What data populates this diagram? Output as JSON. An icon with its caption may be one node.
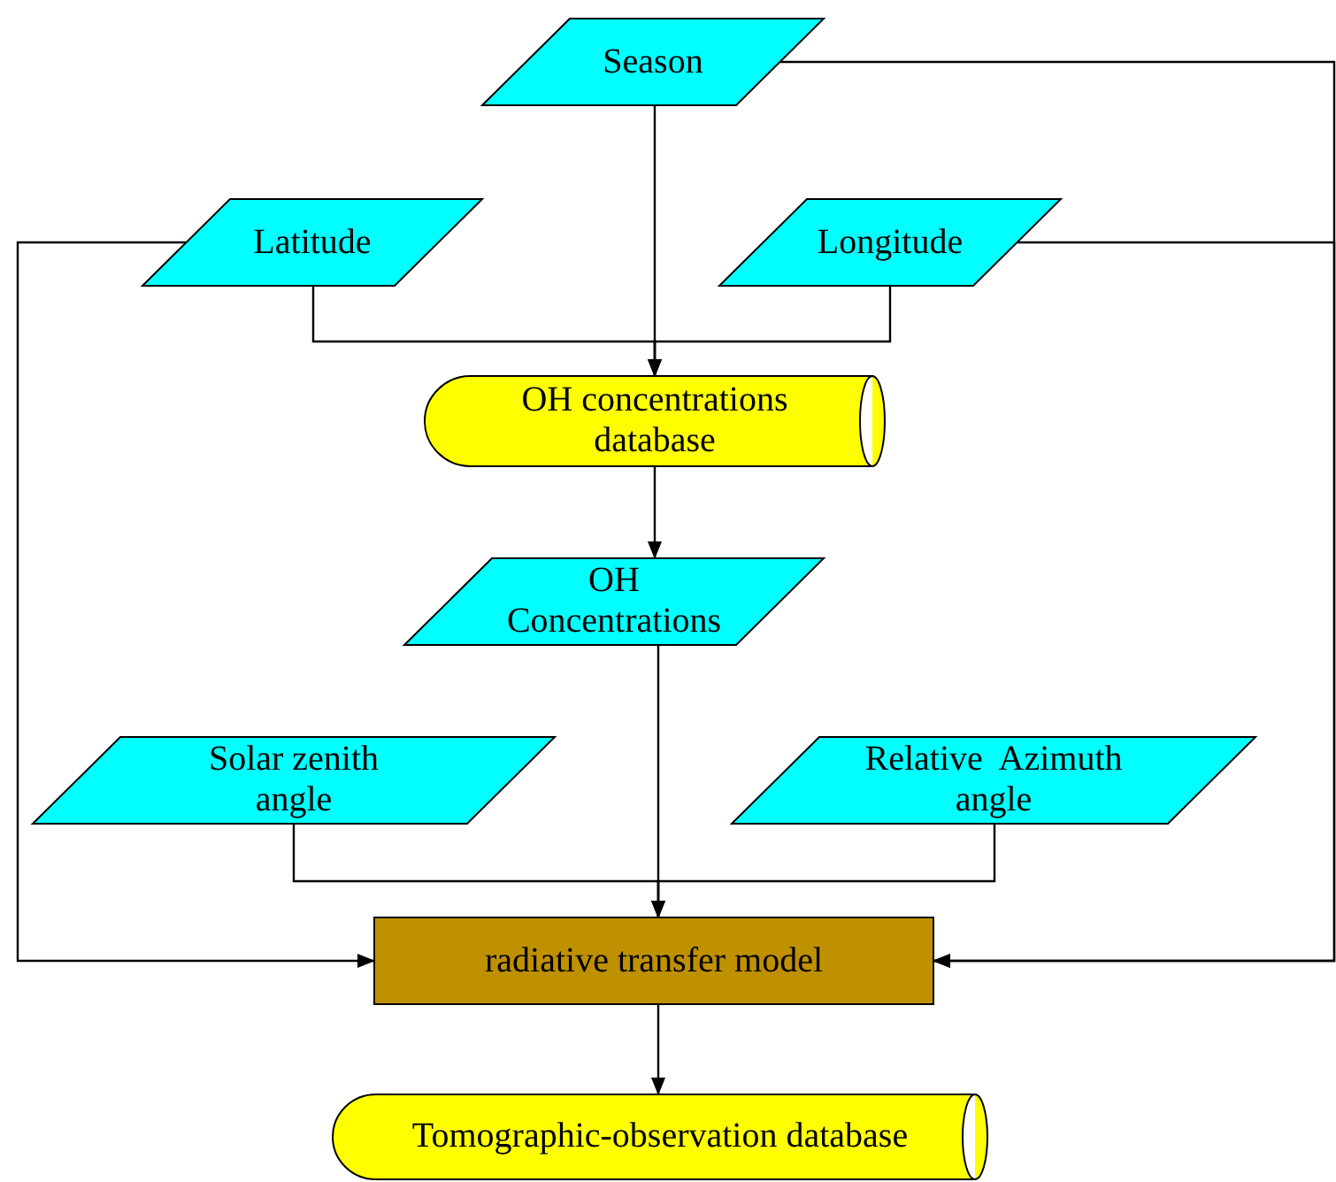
{
  "diagram": {
    "nodes": [
      {
        "text": [
          "Season"
        ]
      },
      {
        "text": [
          "Latitude"
        ]
      },
      {
        "text": [
          "Longitude"
        ]
      },
      {
        "text": [
          "OH concentrations database"
        ]
      },
      {
        "text": [
          "OH Concentrations"
        ]
      },
      {
        "text": [
          "Solar zenith angle"
        ]
      },
      {
        "text": [
          "Relative  Azimuth angle"
        ]
      },
      {
        "text": [
          "radiative transfer model"
        ]
      },
      {
        "text": [
          "Tomographic-observation database"
        ]
      }
    ],
    "edges": [
      {
        "from": 0,
        "to": 3,
        "arrow": "to"
      },
      {
        "from": 1,
        "to": 3,
        "arrow": "to"
      },
      {
        "from": 2,
        "to": 3,
        "arrow": "to"
      },
      {
        "from": 3,
        "to": 4,
        "arrow": "to"
      },
      {
        "from": 4,
        "to": 7,
        "arrow": "to"
      },
      {
        "from": 5,
        "to": 7,
        "arrow": "to"
      },
      {
        "from": 6,
        "to": 7,
        "arrow": "to"
      },
      {
        "from": 1,
        "to": 7,
        "arrow": "to"
      },
      {
        "from": 0,
        "to": 7,
        "arrow": "to"
      },
      {
        "from": 2,
        "to": 7,
        "arrow": "to"
      },
      {
        "from": 7,
        "to": 8,
        "arrow": "to"
      }
    ]
  }
}
